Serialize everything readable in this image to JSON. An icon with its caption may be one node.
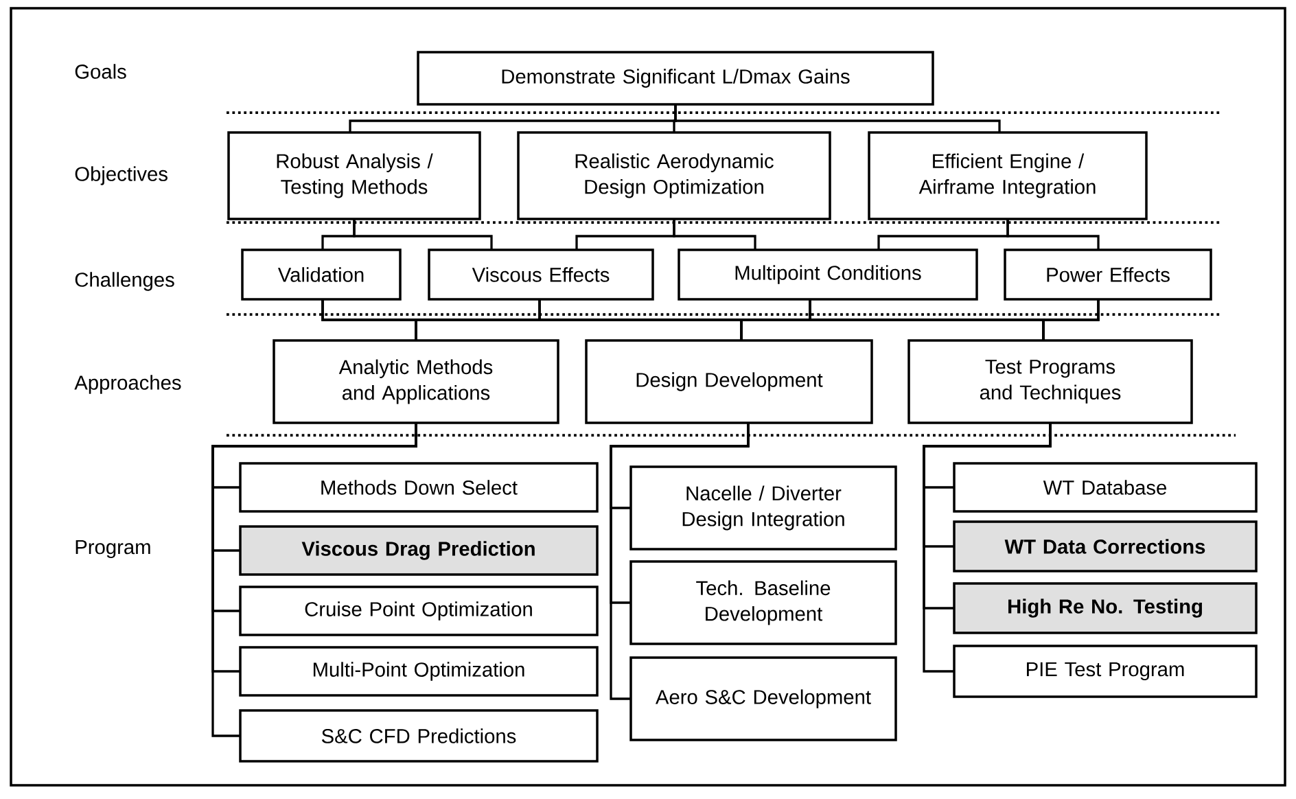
{
  "diagram": {
    "nodes": [
      {
        "text": [
          "Demonstrate Significant L/Dmax Gains"
        ]
      },
      {
        "text": [
          "Robust Analysis / Testing Methods"
        ]
      },
      {
        "text": [
          "Realistic Aerodynamic Design Optimization"
        ]
      },
      {
        "text": [
          "Efficient Engine / Airframe Integration"
        ]
      },
      {
        "text": [
          "Validation"
        ]
      },
      {
        "text": [
          "Viscous Effects"
        ]
      },
      {
        "text": [
          "Multipoint Conditions"
        ]
      },
      {
        "text": [
          "Power Effects"
        ]
      },
      {
        "text": [
          "Analytic Methods and Applications"
        ]
      },
      {
        "text": [
          "Design Development"
        ]
      },
      {
        "text": [
          "Test Programs and Techniques"
        ]
      },
      {
        "text": [
          "Methods Down Select"
        ]
      },
      {
        "text": [
          "Viscous Drag Prediction"
        ]
      },
      {
        "text": [
          "Cruise Point Optimization"
        ]
      },
      {
        "text": [
          "Multi-Point Optimization"
        ]
      },
      {
        "text": [
          "S&C CFD Predictions"
        ]
      },
      {
        "text": [
          "Nacelle / Diverter Design Integration"
        ]
      },
      {
        "text": [
          "Tech. Baseline Development"
        ]
      },
      {
        "text": [
          "Aero S&C Development"
        ]
      },
      {
        "text": [
          "WT Database"
        ]
      },
      {
        "text": [
          "WT Data Corrections"
        ]
      },
      {
        "text": [
          "High Re No. Testing"
        ]
      },
      {
        "text": [
          "PIE Test Program"
        ]
      }
    ],
    "edges": [
      {
        "from": 0,
        "to": 1,
        "arrow": "none"
      },
      {
        "from": 0,
        "to": 2,
        "arrow": "none"
      },
      {
        "from": 0,
        "to": 3,
        "arrow": "none"
      },
      {
        "from": 1,
        "to": 4,
        "arrow": "none"
      },
      {
        "from": 1,
        "to": 5,
        "arrow": "none"
      },
      {
        "from": 2,
        "to": 5,
        "arrow": "none"
      },
      {
        "from": 2,
        "to": 6,
        "arrow": "none"
      },
      {
        "from": 3,
        "to": 6,
        "arrow": "none"
      },
      {
        "from": 3,
        "to": 7,
        "arrow": "none"
      },
      {
        "from": 4,
        "to": 8,
        "arrow": "none"
      },
      {
        "from": 4,
        "to": 9,
        "arrow": "none"
      },
      {
        "from": 4,
        "to": 10,
        "arrow": "none"
      },
      {
        "from": 5,
        "to": 8,
        "arrow": "none"
      },
      {
        "from": 5,
        "to": 9,
        "arrow": "none"
      },
      {
        "from": 5,
        "to": 10,
        "arrow": "none"
      },
      {
        "from": 6,
        "to": 8,
        "arrow": "none"
      },
      {
        "from": 6,
        "to": 9,
        "arrow": "none"
      },
      {
        "from": 6,
        "to": 10,
        "arrow": "none"
      },
      {
        "from": 7,
        "to": 8,
        "arrow": "none"
      },
      {
        "from": 7,
        "to": 9,
        "arrow": "none"
      },
      {
        "from": 7,
        "to": 10,
        "arrow": "none"
      },
      {
        "from": 8,
        "to": 11,
        "arrow": "none"
      },
      {
        "from": 8,
        "to": 12,
        "arrow": "none"
      },
      {
        "from": 8,
        "to": 13,
        "arrow": "none"
      },
      {
        "from": 8,
        "to": 14,
        "arrow": "none"
      },
      {
        "from": 8,
        "to": 15,
        "arrow": "none"
      },
      {
        "from": 9,
        "to": 16,
        "arrow": "none"
      },
      {
        "from": 9,
        "to": 17,
        "arrow": "none"
      },
      {
        "from": 9,
        "to": 18,
        "arrow": "none"
      },
      {
        "from": 10,
        "to": 19,
        "arrow": "none"
      },
      {
        "from": 10,
        "to": 20,
        "arrow": "none"
      },
      {
        "from": 10,
        "to": 21,
        "arrow": "none"
      },
      {
        "from": 10,
        "to": 22,
        "arrow": "none"
      }
    ],
    "labels": [
      "Goals",
      "Objectives",
      "Challenges",
      "Approaches",
      "Program"
    ]
  }
}
